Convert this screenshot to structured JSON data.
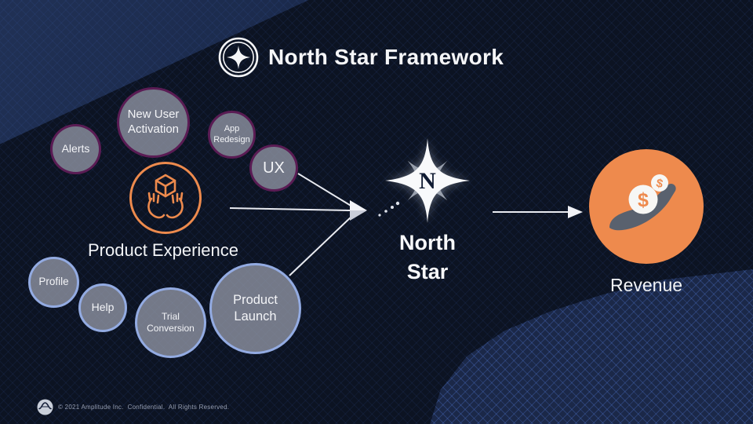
{
  "header": {
    "title": "North Star Framework"
  },
  "bubbles": {
    "purple": [
      {
        "label": "Alerts"
      },
      {
        "label": "New User Activation"
      },
      {
        "label": "App Redesign"
      },
      {
        "label": "UX"
      }
    ],
    "blue": [
      {
        "label": "Profile"
      },
      {
        "label": "Help"
      },
      {
        "label": "Trial Conversion"
      },
      {
        "label": "Product Launch"
      }
    ]
  },
  "product_experience": {
    "label": "Product Experience"
  },
  "north_star": {
    "line1": "North",
    "line2": "Star",
    "compass_letter": "N"
  },
  "revenue": {
    "label": "Revenue",
    "coin_symbol": "$"
  },
  "footer": {
    "text": "© 2021 Amplitude Inc.  Confidential.  All Rights Reserved."
  },
  "colors": {
    "background": "#0c1322",
    "accent_orange": "#ee8a4d",
    "bubble_fill": "rgba(142,148,163,0.8)",
    "purple_border": "#5a1c54",
    "blue_border": "#93abe2",
    "arrow": "#e9ebf1"
  }
}
